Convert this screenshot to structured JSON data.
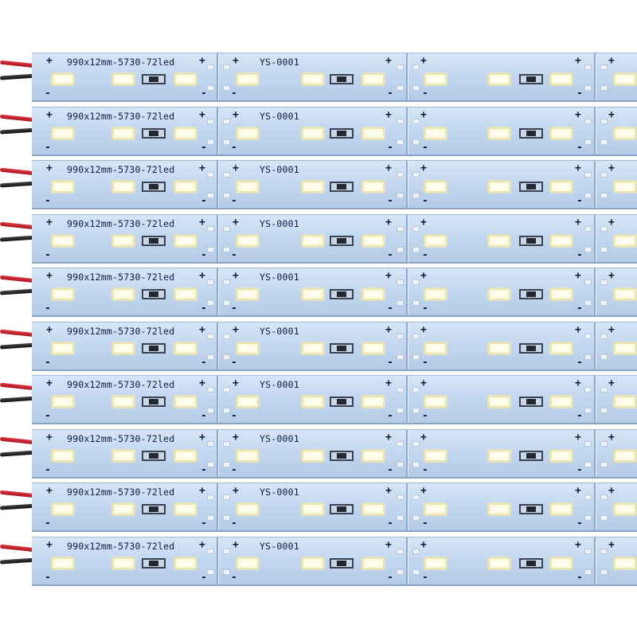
{
  "strip_label": "990x12mm-5730-72led",
  "part_number": "YS-0001",
  "polarity_positive": "+",
  "polarity_negative": "-",
  "strip_count": 10,
  "colors": {
    "pcb": "#c3d8f0",
    "led": "#fdfbe6",
    "wire_positive": "#d12b33",
    "wire_negative": "#1a1a1a"
  }
}
